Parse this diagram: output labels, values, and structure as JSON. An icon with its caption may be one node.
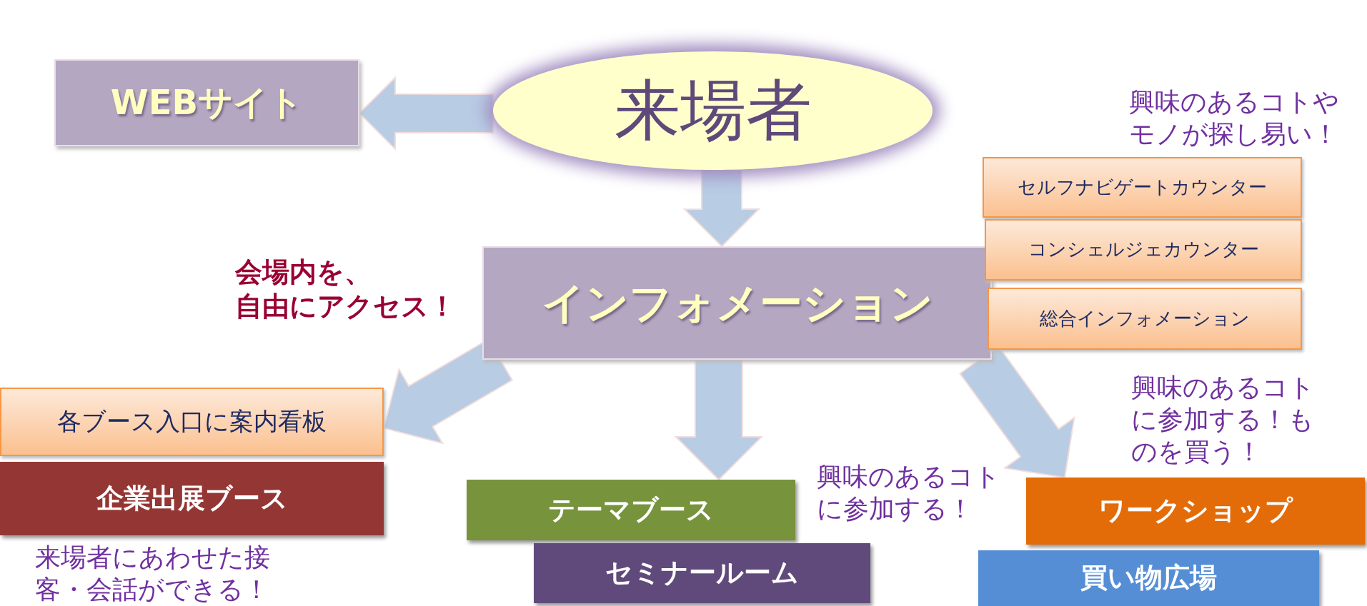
{
  "diagram": {
    "nodes": [
      {
        "text": [
          "来場者"
        ]
      },
      {
        "text": [
          "WEBサイト"
        ]
      },
      {
        "text": [
          "インフォメーション"
        ]
      },
      {
        "text": [
          "セルフナビゲートカウンター"
        ]
      },
      {
        "text": [
          "コンシェルジェカウンター"
        ]
      },
      {
        "text": [
          "総合インフォメーション"
        ]
      },
      {
        "text": [
          "各ブース入口に案内看板"
        ]
      },
      {
        "text": [
          "企業出展ブース"
        ],
        "beside": [
          "来場者にあわせた接客・会話ができる！"
        ]
      },
      {
        "text": [
          "テーマブース"
        ]
      },
      {
        "text": [
          "セミナールーム"
        ]
      },
      {
        "text": [
          "ワークショップ"
        ]
      },
      {
        "text": [
          "買い物広場"
        ]
      }
    ],
    "edges": [
      {
        "from": 0,
        "to": 1,
        "arrow": "to"
      },
      {
        "from": 0,
        "to": 2,
        "arrow": "to"
      },
      {
        "from": 2,
        "to": 6,
        "arrow": "to"
      },
      {
        "from": 2,
        "to": 8,
        "arrow": "to"
      },
      {
        "from": 2,
        "to": 10,
        "arrow": "to"
      }
    ],
    "labels": [
      "興味のあるコトやモノが探し易い！",
      "会場内を、自由にアクセス！",
      "興味のあるコトに参加する！ものを買う！",
      "興味のあるコトに参加する！"
    ]
  }
}
